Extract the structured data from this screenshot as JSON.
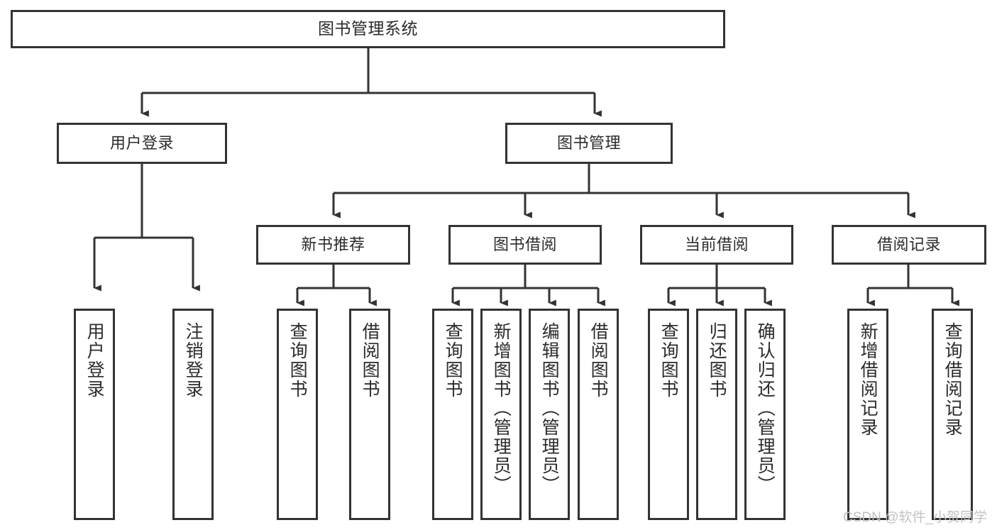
{
  "diagram": {
    "title": "图书管理系统",
    "type": "tree",
    "watermark": "CSDN @软件_小贺同学",
    "colors": {
      "stroke": "#333333",
      "box_fill": "#ffffff",
      "text": "#2b2b2b",
      "background": "#ffffff",
      "watermark": "#c2c2c2"
    },
    "root": {
      "label": "图书管理系统"
    },
    "level2": [
      {
        "id": "user-login",
        "label": "用户登录"
      },
      {
        "id": "book-manage",
        "label": "图书管理"
      }
    ],
    "level3": [
      {
        "id": "new-book-recommend",
        "label": "新书推荐",
        "parent": "book-manage"
      },
      {
        "id": "book-borrow",
        "label": "图书借阅",
        "parent": "book-manage"
      },
      {
        "id": "current-borrow",
        "label": "当前借阅",
        "parent": "book-manage"
      },
      {
        "id": "borrow-record",
        "label": "借阅记录",
        "parent": "book-manage"
      }
    ],
    "leaves": [
      {
        "id": "leaf-user-login",
        "label": "用户登录",
        "parent": "user-login"
      },
      {
        "id": "leaf-user-logout",
        "label": "注销登录",
        "parent": "user-login"
      },
      {
        "id": "leaf-query-book-1",
        "label": "查询图书",
        "parent": "new-book-recommend"
      },
      {
        "id": "leaf-borrow-book-1",
        "label": "借阅图书",
        "parent": "new-book-recommend"
      },
      {
        "id": "leaf-query-book-2",
        "label": "查询图书",
        "parent": "book-borrow"
      },
      {
        "id": "leaf-add-book",
        "label": "新增图书（管理员）",
        "parent": "book-borrow"
      },
      {
        "id": "leaf-edit-book",
        "label": "编辑图书（管理员）",
        "parent": "book-borrow"
      },
      {
        "id": "leaf-borrow-book-2",
        "label": "借阅图书",
        "parent": "book-borrow"
      },
      {
        "id": "leaf-query-book-3",
        "label": "查询图书",
        "parent": "current-borrow"
      },
      {
        "id": "leaf-return-book",
        "label": "归还图书",
        "parent": "current-borrow"
      },
      {
        "id": "leaf-confirm-return",
        "label": "确认归还（管理员）",
        "parent": "current-borrow"
      },
      {
        "id": "leaf-add-record",
        "label": "新增借阅记录",
        "parent": "borrow-record"
      },
      {
        "id": "leaf-query-record",
        "label": "查询借阅记录",
        "parent": "borrow-record"
      }
    ]
  }
}
